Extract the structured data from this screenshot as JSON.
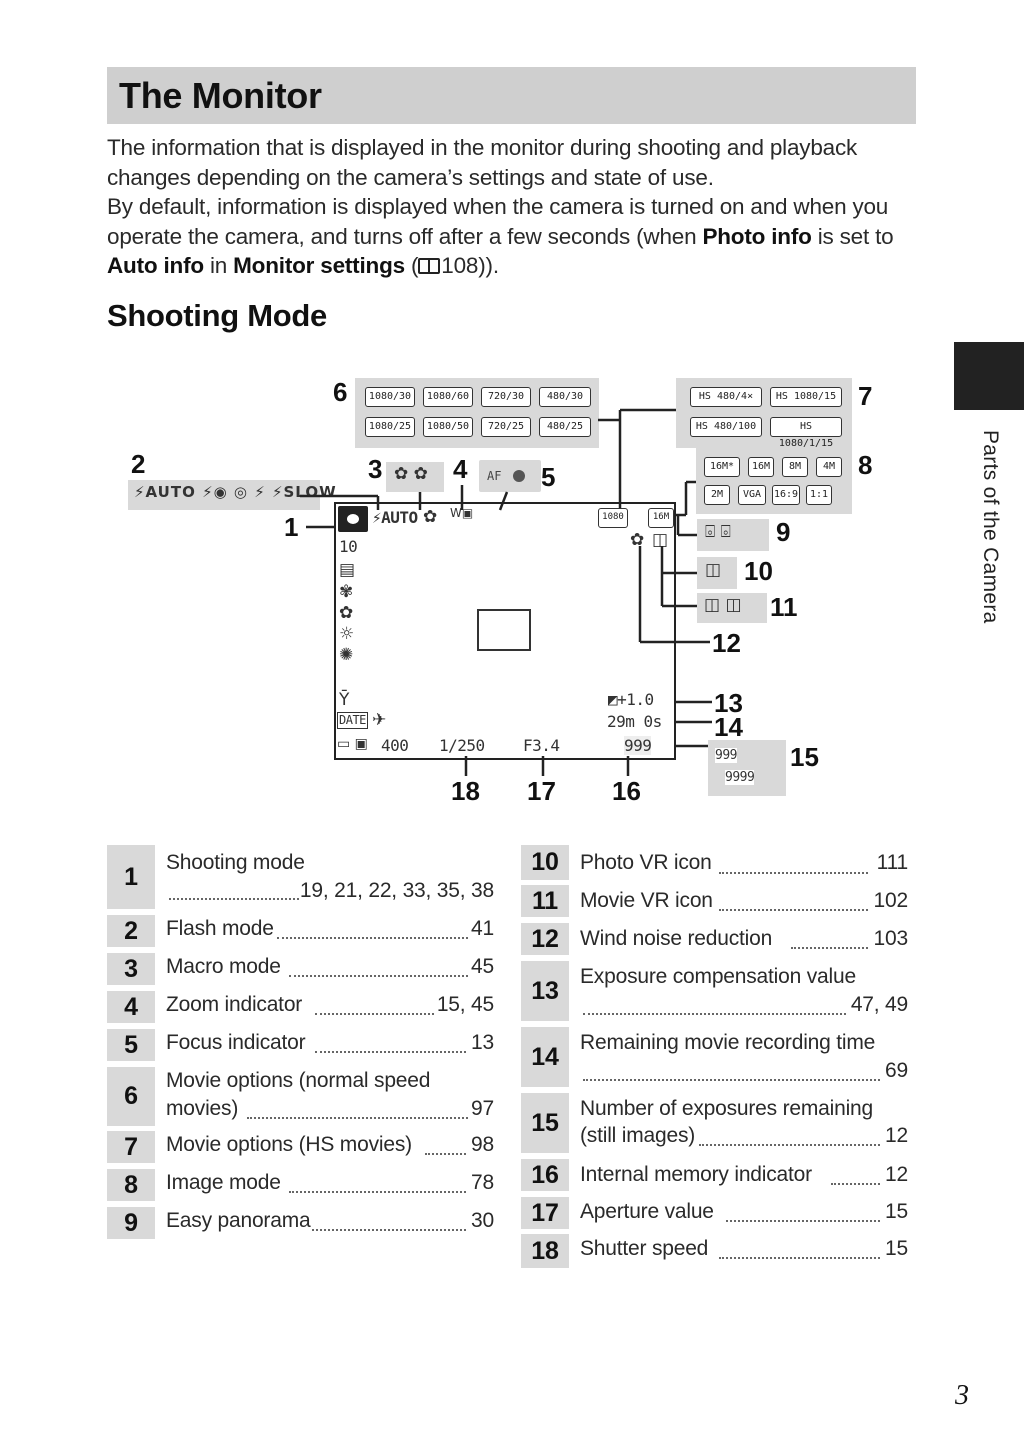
{
  "header": {
    "title": "The Monitor"
  },
  "intro": {
    "p1": "The information that is displayed in the monitor during shooting and playback changes depending on the camera’s settings and state of use.",
    "p2_a": "By default, information is displayed when the camera is turned on and when you operate the camera, and turns off after a few seconds (when ",
    "p2_b1": "Photo info",
    "p2_c": " is set to ",
    "p2_b2": "Auto info",
    "p2_d": " in ",
    "p2_b3": "Monitor settings",
    "p2_e": " (",
    "p2_ref": "108",
    "p2_f": "))."
  },
  "section": {
    "title": "Shooting Mode"
  },
  "side_label": "Parts of the Camera",
  "page_number": "3",
  "diagram": {
    "callouts": [
      "1",
      "2",
      "3",
      "4",
      "5",
      "6",
      "7",
      "8",
      "9",
      "10",
      "11",
      "12",
      "13",
      "14",
      "15",
      "16",
      "17",
      "18"
    ],
    "movie_normal_icons": [
      "1080/30",
      "1080/60",
      "720/30",
      "480/30",
      "1080/25",
      "1080/50",
      "720/25",
      "480/25"
    ],
    "movie_hs_icons": [
      "HS 480/4×",
      "HS 1080/15",
      "HS 480/100",
      "HS 1080/1/15"
    ],
    "image_mode_icons": [
      "16M*",
      "16M",
      "8M",
      "4M",
      "2M",
      "VGA",
      "16:9",
      "1:1"
    ],
    "flash_icons": "⚡AUTO ⚡◉ ◎ ⚡ ⚡SLOW",
    "af_label": "AF",
    "lcd": {
      "flash_mode": "⚡AUTO",
      "self_timer": "10",
      "iso": "400",
      "shutter": "1/250",
      "aperture": "F3.4",
      "exposure_comp": "+1.0",
      "movie_time": "29m 0s",
      "exposures": "999",
      "exposures_alt_1": "999",
      "exposures_alt_2": "9999",
      "movie_opt": "1080",
      "image_mode": "16M"
    }
  },
  "table_left": [
    {
      "n": "1",
      "label": "Shooting mode",
      "pages": "19, 21, 22, 33, 35, 38",
      "two_line": true
    },
    {
      "n": "2",
      "label": "Flash mode",
      "pages": "41"
    },
    {
      "n": "3",
      "label": "Macro mode",
      "pages": "45"
    },
    {
      "n": "4",
      "label": "Zoom indicator",
      "pages": "15, 45"
    },
    {
      "n": "5",
      "label": "Focus indicator",
      "pages": "13"
    },
    {
      "n": "6",
      "label": "Movie options (normal speed",
      "label2": "movies)",
      "pages": "97",
      "two_line": true
    },
    {
      "n": "7",
      "label": "Movie options (HS movies)",
      "pages": "98"
    },
    {
      "n": "8",
      "label": "Image mode",
      "pages": "78"
    },
    {
      "n": "9",
      "label": "Easy panorama",
      "pages": "30"
    }
  ],
  "table_right": [
    {
      "n": "10",
      "label": "Photo VR icon",
      "pages": "111"
    },
    {
      "n": "11",
      "label": "Movie VR icon",
      "pages": "102"
    },
    {
      "n": "12",
      "label": "Wind noise reduction",
      "pages": "103"
    },
    {
      "n": "13",
      "label": "Exposure compensation value",
      "pages": "47, 49",
      "two_line": true
    },
    {
      "n": "14",
      "label": "Remaining movie recording time",
      "pages": "69",
      "two_line": true
    },
    {
      "n": "15",
      "label": "Number of exposures remaining",
      "label2": "(still images)",
      "pages": "12",
      "two_line": true
    },
    {
      "n": "16",
      "label": "Internal memory indicator",
      "pages": "12"
    },
    {
      "n": "17",
      "label": "Aperture value",
      "pages": "15"
    },
    {
      "n": "18",
      "label": "Shutter speed",
      "pages": "15"
    }
  ]
}
